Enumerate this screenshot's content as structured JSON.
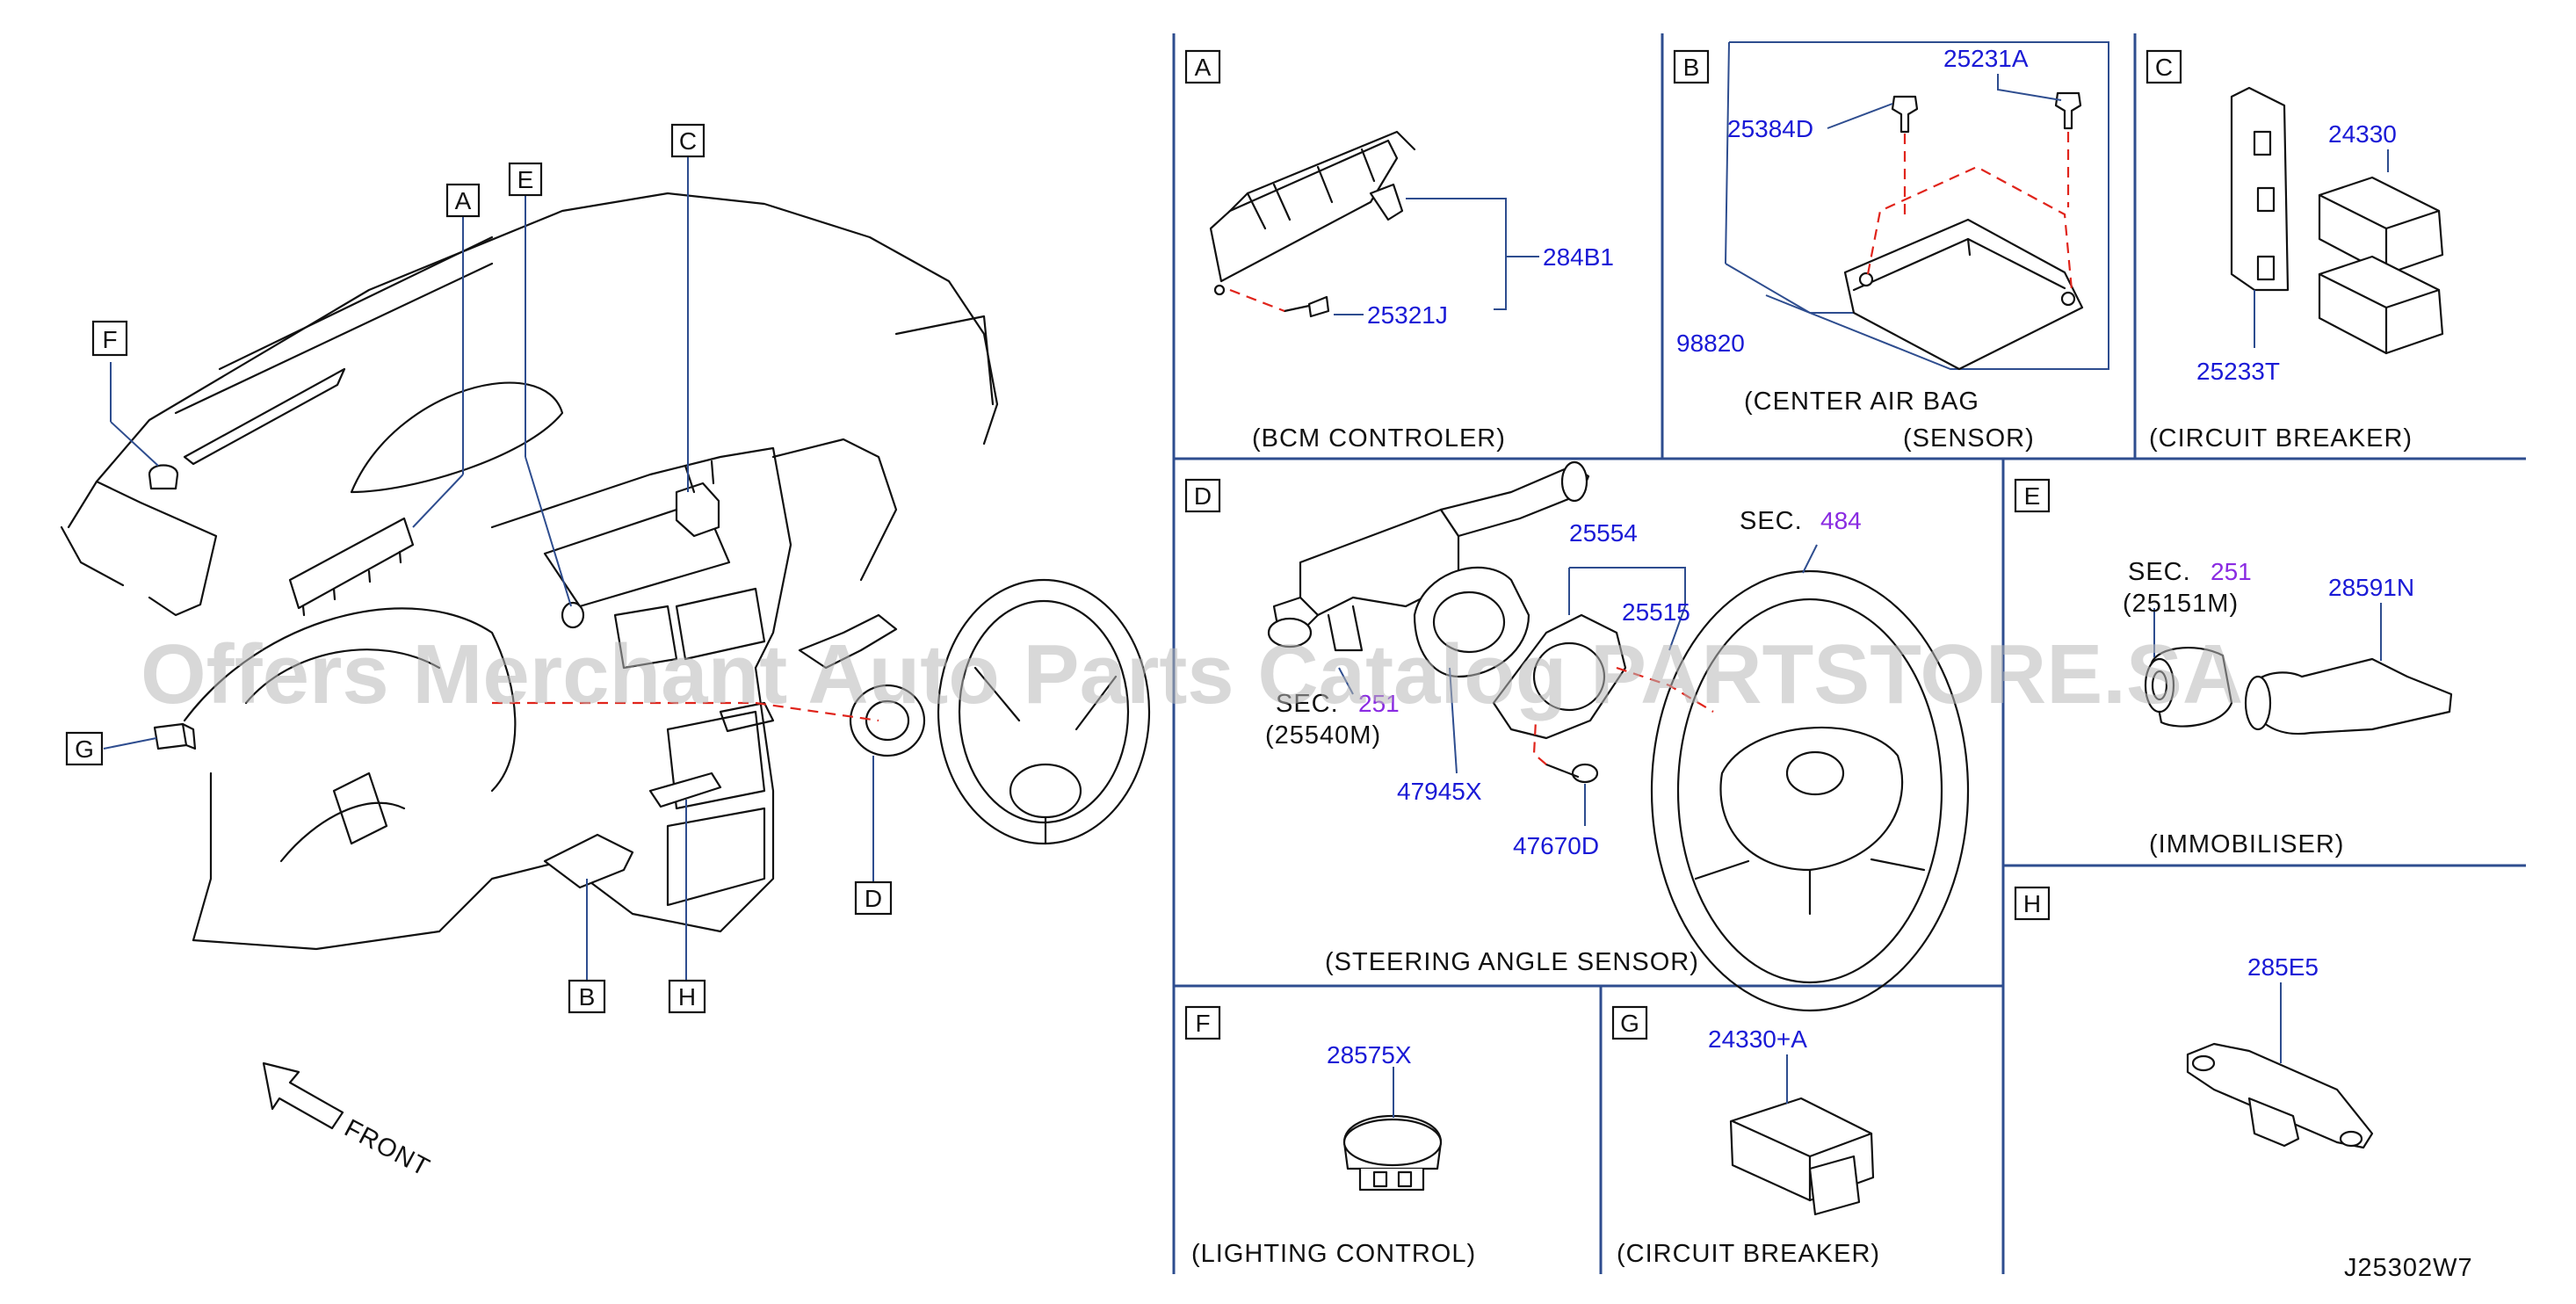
{
  "overview": {
    "callouts": {
      "A": "A",
      "B": "B",
      "C": "C",
      "D": "D",
      "E": "E",
      "F": "F",
      "G": "G",
      "H": "H"
    },
    "front_label": "FRONT"
  },
  "panels": {
    "A": {
      "letter": "A",
      "caption": "(BCM   CONTROLER)",
      "parts": {
        "p1": "284B1",
        "p2": "25321J"
      }
    },
    "B": {
      "letter": "B",
      "caption_line1": "(CENTER   AIR   BAG",
      "caption_line2": "(SENSOR)",
      "parts": {
        "p1": "25231A",
        "p2": "25384D",
        "p3": "98820"
      }
    },
    "C": {
      "letter": "C",
      "caption": "(CIRCUIT   BREAKER)",
      "parts": {
        "p1": "24330",
        "p2": "25233T"
      }
    },
    "D": {
      "letter": "D",
      "caption": "(STEERING   ANGLE   SENSOR)",
      "sec1_prefix": "SEC.",
      "sec1_num": "484",
      "sec2_prefix": "SEC.",
      "sec2_num": "251",
      "sec2_ref": "(25540M)",
      "parts": {
        "p1": "25554",
        "p2": "25515",
        "p3": "47945X",
        "p4": "47670D"
      }
    },
    "E": {
      "letter": "E",
      "caption": "(IMMOBILISER)",
      "sec_prefix": "SEC.",
      "sec_num": "251",
      "sec_ref": "(25151M)",
      "parts": {
        "p1": "28591N"
      }
    },
    "F": {
      "letter": "F",
      "caption": "(LIGHTING   CONTROL)",
      "parts": {
        "p1": "28575X"
      }
    },
    "G": {
      "letter": "G",
      "caption": "(CIRCUIT   BREAKER)",
      "parts": {
        "p1": "24330+A"
      }
    },
    "H": {
      "letter": "H",
      "parts": {
        "p1": "285E5"
      }
    }
  },
  "diagram_code": "J25302W7",
  "watermark": "Offers Merchant Auto Parts Catalog PARTSTORE.SA",
  "colors": {
    "part_number": "#1a1ad6",
    "section_ref": "#8a2be2",
    "frame": "#2e4d8f",
    "dashed": "#e0241b",
    "watermark": "#b8b8b8"
  }
}
